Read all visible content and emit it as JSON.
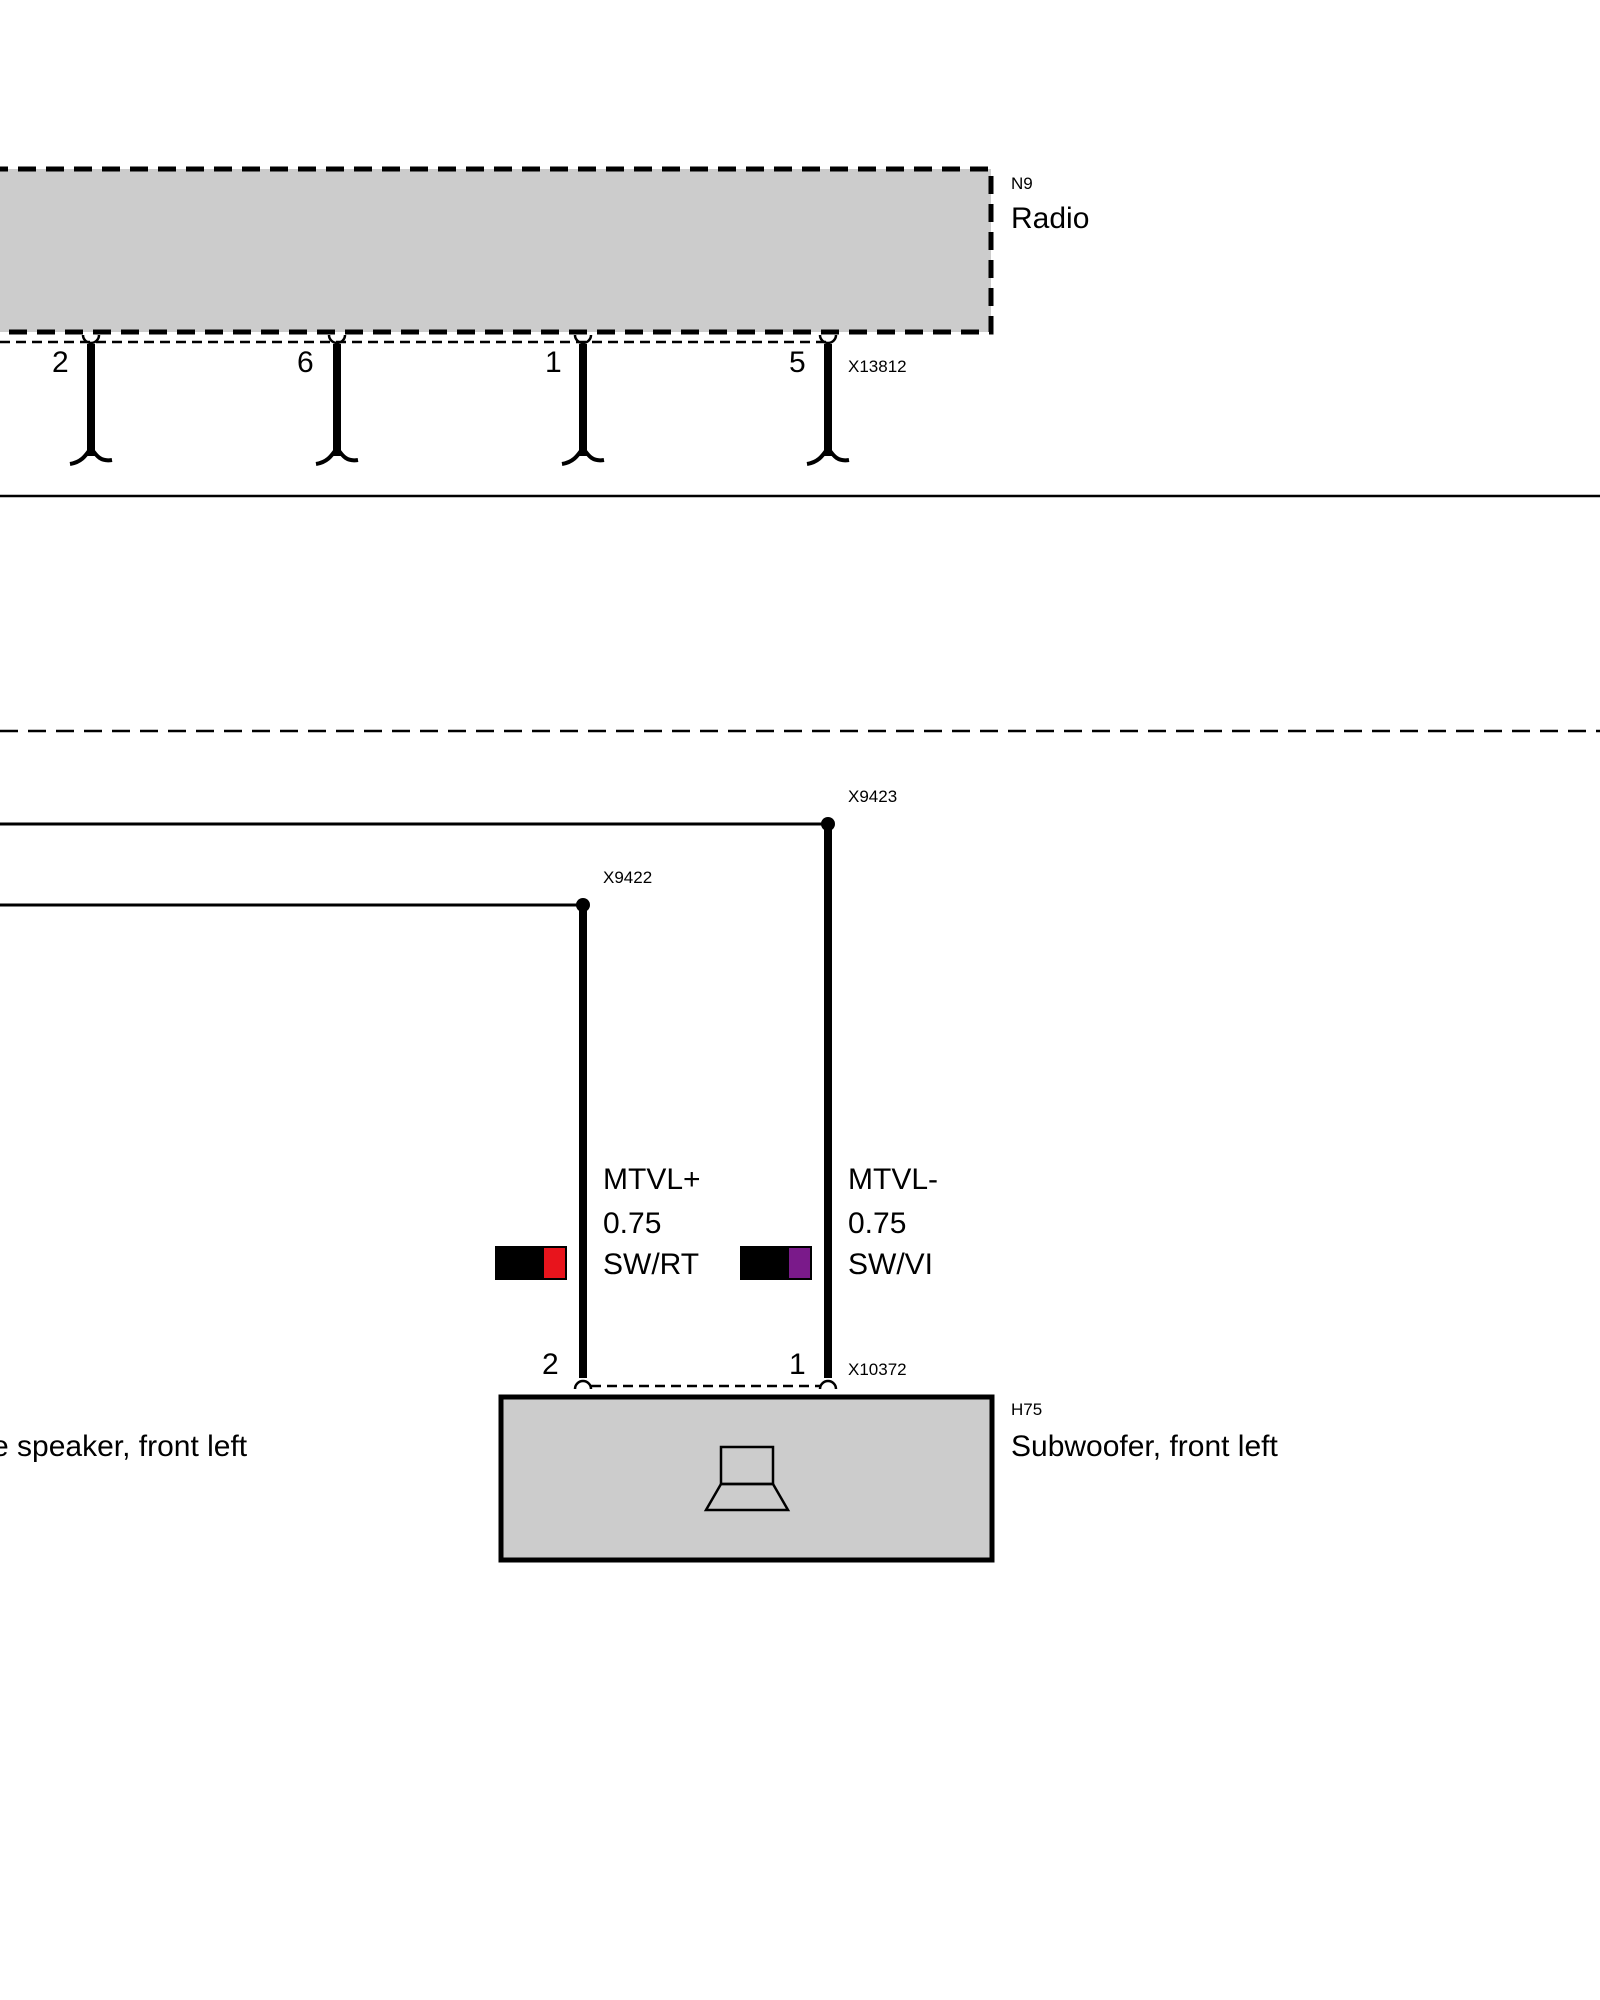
{
  "radio": {
    "code": "N9",
    "name": "Radio",
    "connector": "X13812",
    "pins": [
      "2",
      "6",
      "1",
      "5"
    ]
  },
  "splices": {
    "upper": "X9423",
    "lower": "X9422"
  },
  "wires": [
    {
      "signal": "MTVL+",
      "gauge": "0.75",
      "color_code": "SW/RT",
      "colors": [
        "#000000",
        "#e8141c"
      ]
    },
    {
      "signal": "MTVL-",
      "gauge": "0.75",
      "color_code": "SW/VI",
      "colors": [
        "#000000",
        "#7a1a8a"
      ]
    }
  ],
  "subwoofer": {
    "code": "H75",
    "name": "Subwoofer, front left",
    "connector": "X10372",
    "pins": [
      "2",
      "1"
    ],
    "icon": "speaker-icon"
  },
  "neighbor_label": "e speaker, front left"
}
